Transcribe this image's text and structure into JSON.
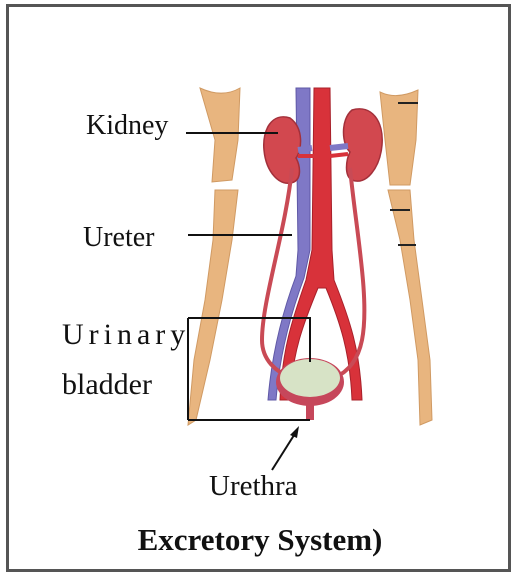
{
  "labels": {
    "kidney": "Kidney",
    "ureter": "Ureter",
    "urinary": "Urinary",
    "bladder": "bladder",
    "urethra": "Urethra"
  },
  "caption": "Excretory System)",
  "colors": {
    "kidney": "#d2484f",
    "artery": "#d8323a",
    "vein": "#7f78c6",
    "bladder": "#d7e3c6",
    "bladder_rim": "#c6475b",
    "bone": "#e8b57f",
    "leader_line": "#111111",
    "border": "#555555"
  }
}
